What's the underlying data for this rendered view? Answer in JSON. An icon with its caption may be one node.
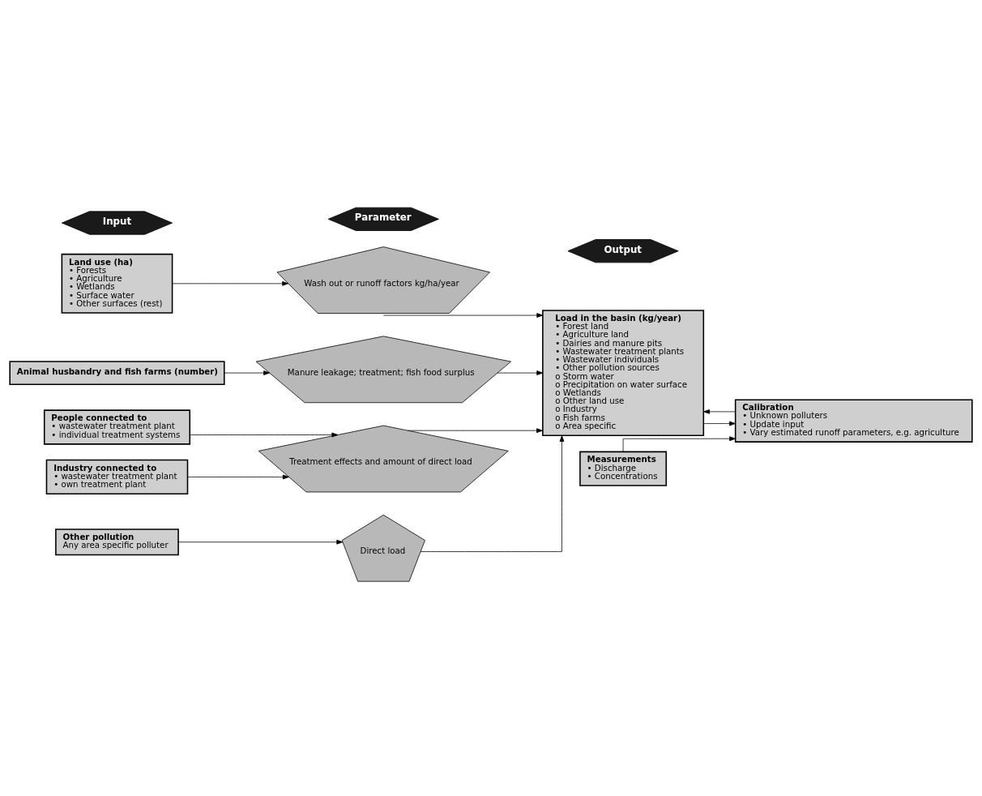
{
  "diagram": {
    "nodes": [
      {
        "text": [
          "Input"
        ]
      },
      {
        "text": [
          "Parameter"
        ]
      },
      {
        "text": [
          "Output"
        ]
      },
      {
        "text": [
          "Land use (ha)",
          "• Forests",
          "• Agriculture",
          "• Wetlands",
          "• Surface water",
          "• Other surfaces (rest)"
        ]
      },
      {
        "text": [
          "Wash out or runoff factors kg/ha/year"
        ]
      },
      {
        "text": [
          "Animal husbandry and fish farms (number)"
        ]
      },
      {
        "text": [
          "Manure leakage; treatment; fish food surplus"
        ]
      },
      {
        "text": [
          "People connected to",
          "• wastewater treatment plant",
          "• individual treatment systems"
        ]
      },
      {
        "text": [
          "Industry connected to",
          "• wastewater treatment plant",
          "• own treatment plant"
        ]
      },
      {
        "text": [
          "Treatment effects and amount of direct load"
        ]
      },
      {
        "text": [
          "Other pollution",
          "Any area specific polluter"
        ]
      },
      {
        "text": [
          "Direct load"
        ]
      },
      {
        "text": [
          "Load in the basin (kg/year)",
          "• Forest land",
          "• Agriculture land",
          "• Dairies and manure pits",
          "• Wastewater treatment plants",
          "• Wastewater individuals",
          "• Other pollution sources",
          "o Storm water",
          "o Precipitation on water surface",
          "o Wetlands",
          "o Other land use",
          "o Industry",
          "o Fish farms",
          "o Area specific"
        ]
      },
      {
        "text": [
          "Measurements",
          "• Discharge",
          "• Concentrations"
        ]
      },
      {
        "text": [
          "Calibration",
          "• Unknown polluters",
          "• Update input",
          "• Vary estimated runoff parameters, e.g. agriculture"
        ]
      }
    ],
    "edges": [
      {
        "from": 3,
        "to": 4,
        "arrow": "to"
      },
      {
        "from": 5,
        "to": 6,
        "arrow": "to"
      },
      {
        "from": 7,
        "to": 9,
        "arrow": "to"
      },
      {
        "from": 8,
        "to": 9,
        "arrow": "to"
      },
      {
        "from": 10,
        "to": 11,
        "arrow": "to"
      },
      {
        "from": 4,
        "to": 12,
        "arrow": "to"
      },
      {
        "from": 6,
        "to": 12,
        "arrow": "to"
      },
      {
        "from": 9,
        "to": 12,
        "arrow": "to"
      },
      {
        "from": 11,
        "to": 12,
        "arrow": "to"
      },
      {
        "from": 12,
        "to": 14,
        "arrow": "to"
      },
      {
        "from": 13,
        "to": 14,
        "arrow": "to"
      },
      {
        "from": 14,
        "to": 12,
        "arrow": "to"
      }
    ]
  }
}
